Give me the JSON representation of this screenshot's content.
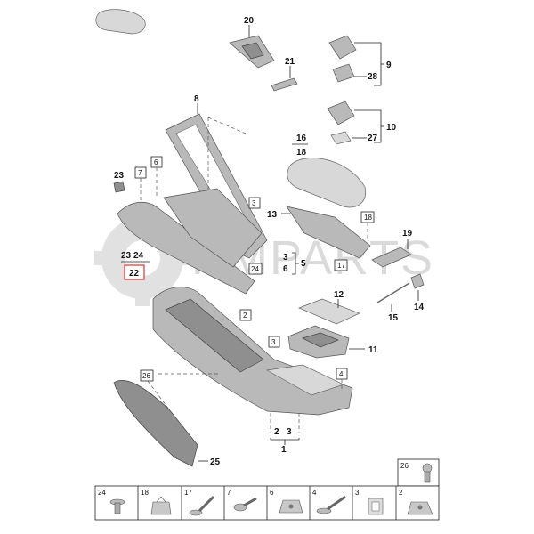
{
  "watermark": "RMPARTS",
  "callouts": {
    "c20": "20",
    "c21": "21",
    "c9": "9",
    "c28": "28",
    "c10": "10",
    "c27": "27",
    "c8": "8",
    "c16": "16",
    "c18a": "18",
    "c23a": "23",
    "c7": "7",
    "c6": "6",
    "c3a": "3",
    "c13": "13",
    "c18b": "18",
    "c19": "19",
    "c23b": "23",
    "c24a": "24",
    "c22": "22",
    "c3b": "3",
    "c6b": "6",
    "c5": "5",
    "c24b": "24",
    "c17": "17",
    "c15": "15",
    "c14": "14",
    "c12": "12",
    "c2a": "2",
    "c3c": "3",
    "c11": "11",
    "c4": "4",
    "c26": "26",
    "c2b": "2",
    "c3d": "3",
    "c1": "1",
    "c25": "25"
  },
  "legend": {
    "top": "26",
    "items": [
      "24",
      "18",
      "17",
      "7",
      "6",
      "4",
      "3",
      "2"
    ]
  }
}
